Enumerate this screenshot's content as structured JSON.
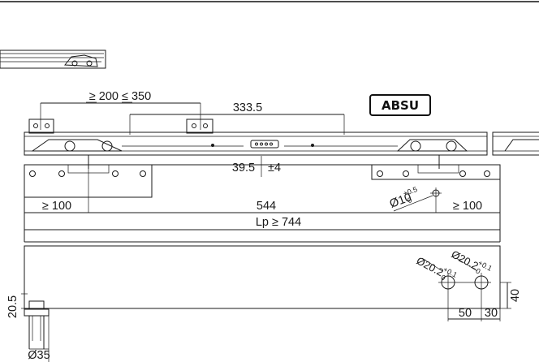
{
  "badge": "ABSU",
  "dimensions": {
    "spacing_range_prefix": "≥ 200 ≤ 350",
    "rail_total": "333.5",
    "offset": "39.5",
    "tolerance": "±4",
    "left_min": "≥ 100",
    "right_min": "≥ 100",
    "center": "544",
    "lp": "Lp ≥ 744",
    "hole_dia_main": "Ø10",
    "hole_dia_tol_plus": "+0.5",
    "hole_dia_tol_zero": "0",
    "hole_a": "Ø20.2",
    "hole_a_tol_plus": "+0.1",
    "hole_a_tol_zero": "0",
    "hole_b": "Ø20.2",
    "hole_b_tol_plus": "+0.1",
    "hole_b_tol_zero": "0",
    "height_40": "40",
    "dist_50": "50",
    "dist_30": "30",
    "height_20_5": "20.5",
    "dia_35": "Ø35"
  }
}
